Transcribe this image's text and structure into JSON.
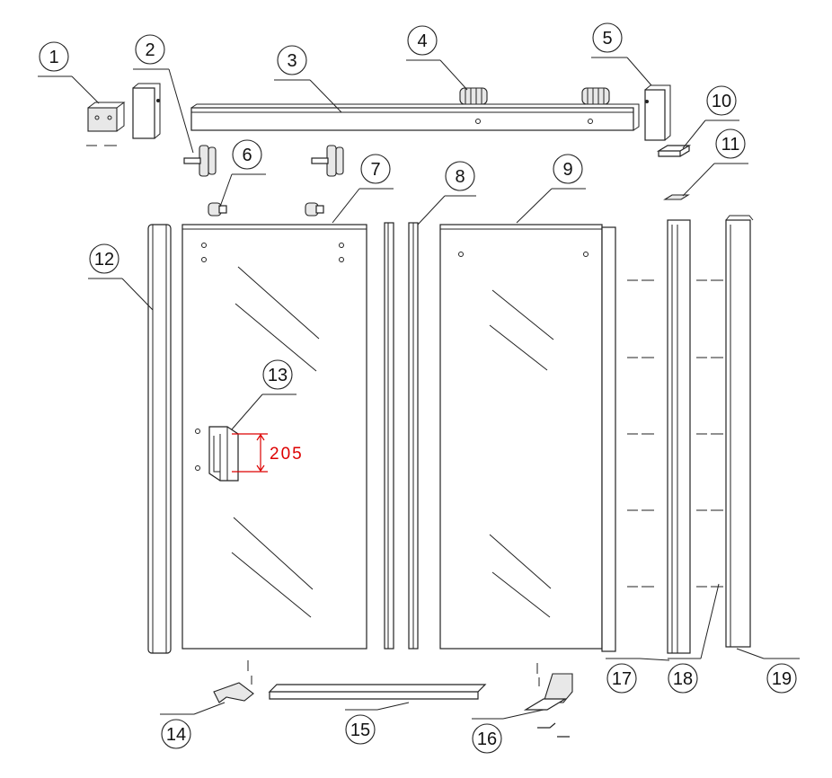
{
  "callouts": [
    {
      "label": "1"
    },
    {
      "label": "2"
    },
    {
      "label": "3"
    },
    {
      "label": "4"
    },
    {
      "label": "5"
    },
    {
      "label": "6"
    },
    {
      "label": "7"
    },
    {
      "label": "8"
    },
    {
      "label": "9"
    },
    {
      "label": "10"
    },
    {
      "label": "11"
    },
    {
      "label": "12"
    },
    {
      "label": "13"
    },
    {
      "label": "14"
    },
    {
      "label": "15"
    },
    {
      "label": "16"
    },
    {
      "label": "17"
    },
    {
      "label": "18"
    },
    {
      "label": "19"
    }
  ],
  "dimension": {
    "value": "205",
    "color": "#d00000"
  }
}
